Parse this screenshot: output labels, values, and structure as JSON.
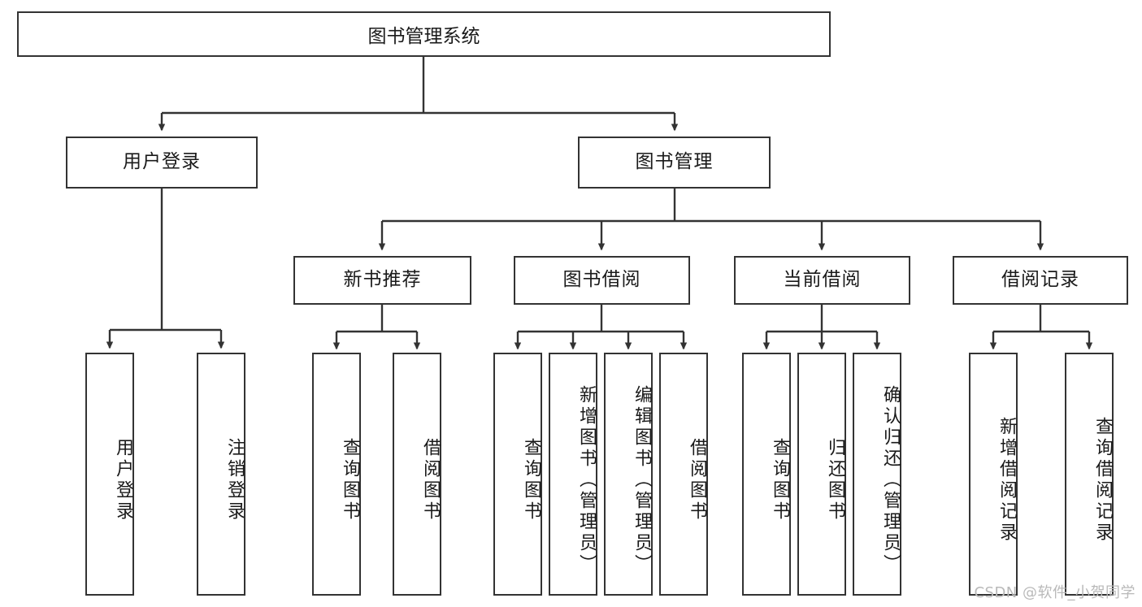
{
  "diagram": {
    "title": "图书管理系统",
    "type": "tree-hierarchy-chart",
    "root": {
      "label": "图书管理系统"
    },
    "level2": [
      {
        "label": "用户登录"
      },
      {
        "label": "图书管理"
      }
    ],
    "level3": [
      {
        "label": "新书推荐"
      },
      {
        "label": "图书借阅"
      },
      {
        "label": "当前借阅"
      },
      {
        "label": "借阅记录"
      }
    ],
    "leaves": [
      {
        "label": "用户登录"
      },
      {
        "label": "注销登录"
      },
      {
        "label": "查询图书"
      },
      {
        "label": "借阅图书"
      },
      {
        "label": "查询图书"
      },
      {
        "label": "新增图书（管理员）"
      },
      {
        "label": "编辑图书（管理员）"
      },
      {
        "label": "借阅图书"
      },
      {
        "label": "查询图书"
      },
      {
        "label": "归还图书"
      },
      {
        "label": "确认归还（管理员）"
      },
      {
        "label": "新增借阅记录"
      },
      {
        "label": "查询借阅记录"
      }
    ]
  },
  "watermark": {
    "text": "CSDN @软件_小贺同学"
  },
  "colors": {
    "border": "#333333",
    "text": "#1a1a1a",
    "background": "#ffffff",
    "watermark": "#b9b9b9"
  }
}
